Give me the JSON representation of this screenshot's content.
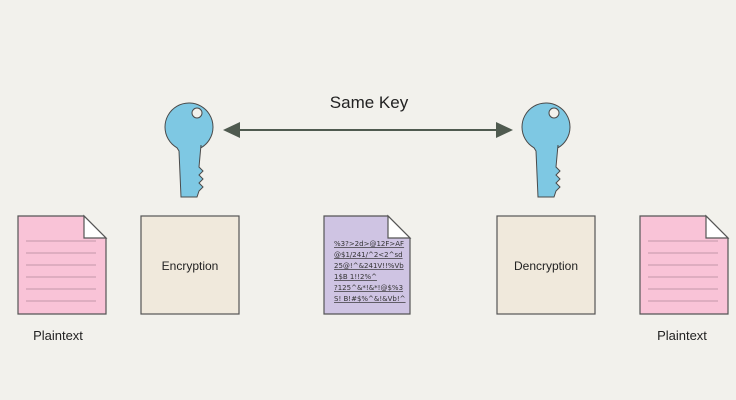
{
  "diagram": {
    "title": "Same Key",
    "encryption_label": "Encryption",
    "decryption_label": "Dencryption",
    "plaintext_left_label": "Plaintext",
    "plaintext_right_label": "Plaintext",
    "ciphertext_lines": [
      "%3?>2d>@12F>AF",
      "@$1/241/^2<2^sd",
      "25@!^&241V!!%Vb",
      "1$B 1!!2%^",
      "?125^&*!&*!@$%3",
      "S! B!#$%^&!&Vb!^"
    ]
  },
  "colors": {
    "background": "#f2f1ec",
    "key": "#7ec8e3",
    "key_stroke": "#4a4a4a",
    "plaintext_doc": "#f9c3d7",
    "ciphertext_doc": "#cfc4e3",
    "process_box": "#f0e9dc",
    "arrow": "#4f5a4f"
  },
  "icons": {
    "left_key": "key-icon",
    "right_key": "key-icon",
    "document": "document-icon"
  }
}
